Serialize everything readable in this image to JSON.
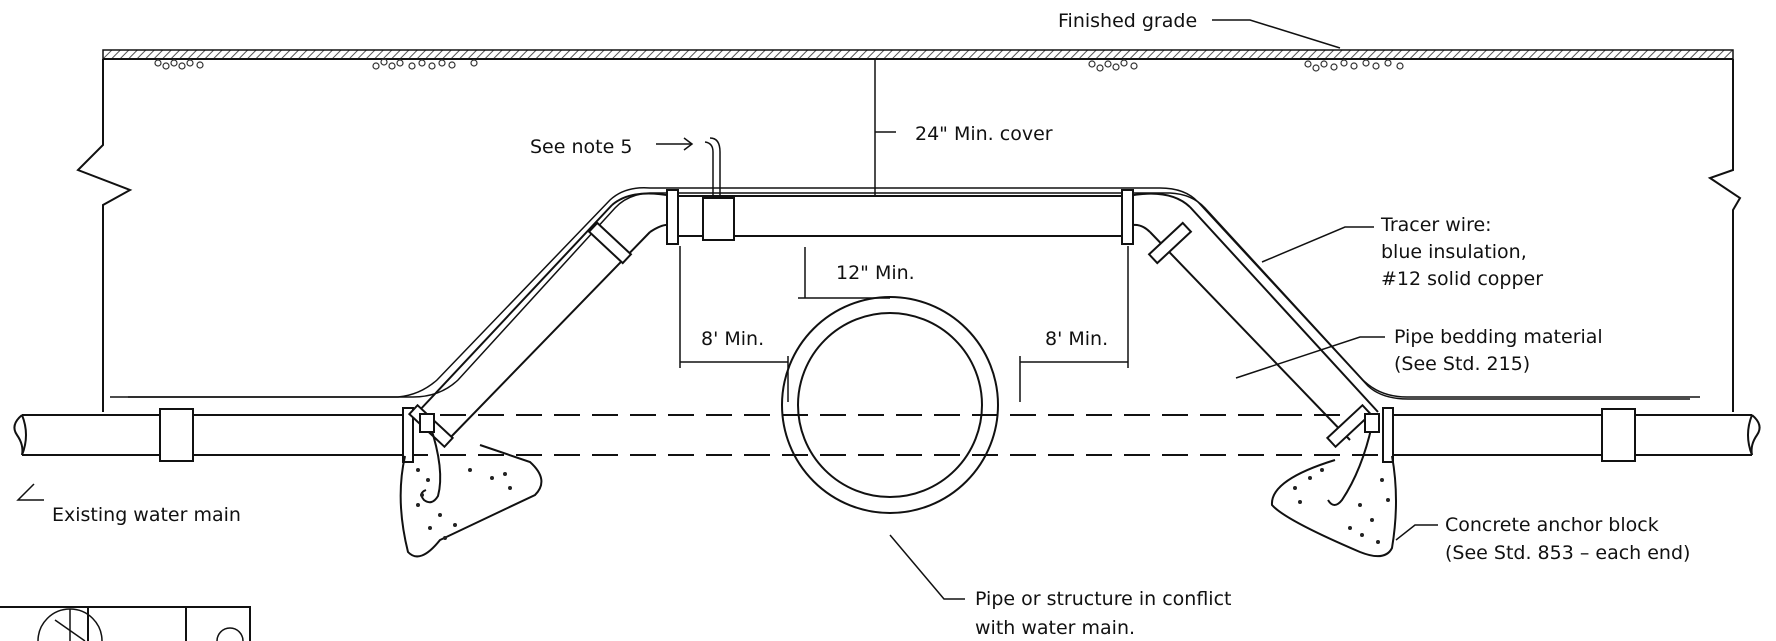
{
  "labels": {
    "finished_grade": "Finished grade",
    "min_cover": "24\" Min. cover",
    "see_note": "See note 5",
    "tracer_wire_1": "Tracer wire:",
    "tracer_wire_2": "blue insulation,",
    "tracer_wire_3": "#12 solid copper",
    "clearance_vertical": "12\" Min.",
    "clearance_left": "8' Min.",
    "clearance_right": "8' Min.",
    "bedding_1": "Pipe bedding material",
    "bedding_2": "(See Std. 215)",
    "existing_main": "Existing water main",
    "anchor_1": "Concrete anchor block",
    "anchor_2": "(See Std. 853 – each end)",
    "conflict_1": "Pipe or structure in conflict",
    "conflict_2": "with water main."
  },
  "colors": {
    "ink": "#111111",
    "background": "#ffffff",
    "grade_hatch": "#555555"
  }
}
